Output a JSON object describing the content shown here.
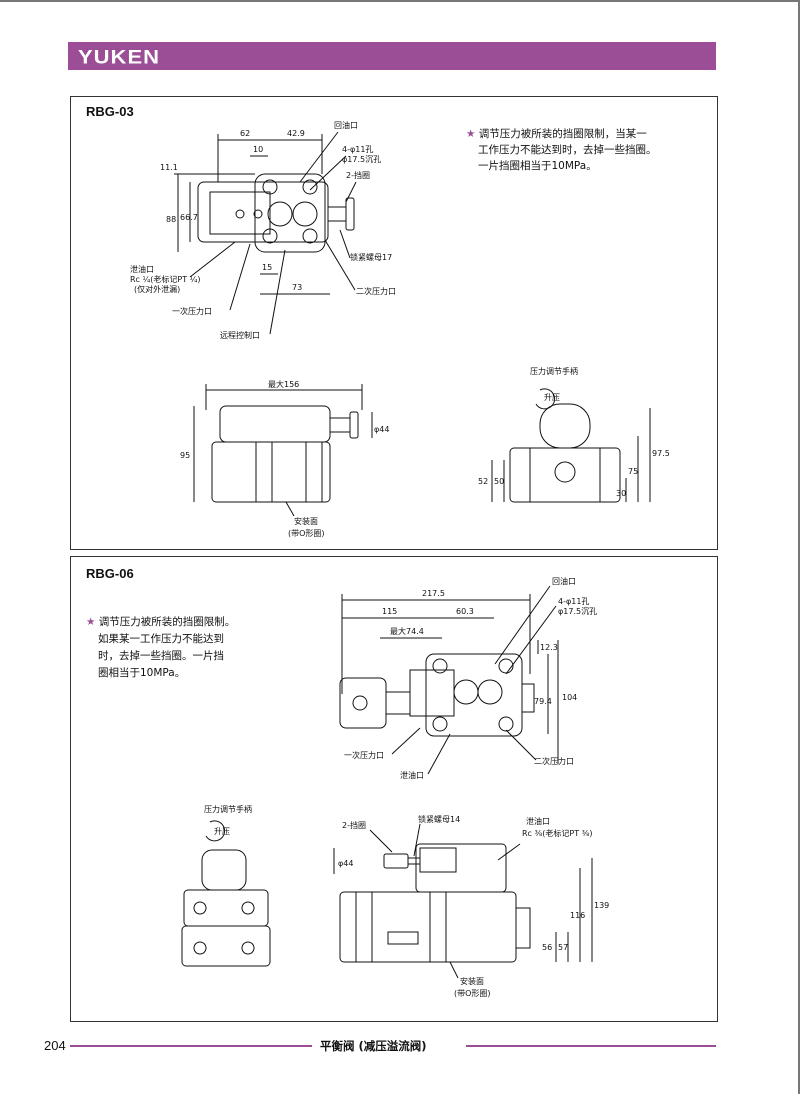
{
  "header": {
    "logo": "YUKEN",
    "bar_color": "#9b4d96"
  },
  "rbg03": {
    "title": "RBG-03",
    "note": [
      "调节压力被所装的挡圈限制，当某一",
      "工作压力不能达到时，去掉一些挡圈。",
      "一片挡圈相当于10MPa。"
    ],
    "top_view": {
      "dims": [
        "62",
        "42.9",
        "10",
        "11.1",
        "88",
        "66.7",
        "15",
        "73"
      ],
      "labels": [
        "回油口",
        "4-φ11孔",
        "φ17.5沉孔",
        "2-挡圈",
        "锁紧螺母17",
        "二次压力口",
        "泄油口",
        "Rc ¼(老标记PT ¼)",
        "(仅对外泄漏)",
        "一次压力口",
        "远程控制口"
      ]
    },
    "front_view": {
      "dims": [
        "最大156",
        "95",
        "φ44"
      ],
      "labels": [
        "安装面",
        "(带O形圈)"
      ]
    },
    "side_view": {
      "dims": [
        "52",
        "50",
        "30",
        "75",
        "97.5"
      ],
      "labels": [
        "压力调节手柄",
        "升压"
      ]
    }
  },
  "rbg06": {
    "title": "RBG-06",
    "note": [
      "调节压力被所装的挡圈限制。",
      "如果某一工作压力不能达到",
      "时，去掉一些挡圈。一片挡",
      "圈相当于10MPa。"
    ],
    "top_view": {
      "dims": [
        "217.5",
        "115",
        "60.3",
        "最大74.4",
        "12.3",
        "104",
        "79.4"
      ],
      "labels": [
        "回油口",
        "4-φ11孔",
        "φ17.5沉孔",
        "一次压力口",
        "泄油口",
        "二次压力口"
      ]
    },
    "side_view": {
      "labels": [
        "压力调节手柄",
        "升压"
      ]
    },
    "front_view": {
      "dims": [
        "φ44",
        "56",
        "57",
        "116",
        "139"
      ],
      "labels": [
        "2-挡圈",
        "锁紧螺母14",
        "泄油口",
        "Rc ⅜(老标记PT ⅜)",
        "安装面",
        "(带O形圈)"
      ]
    }
  },
  "footer": {
    "page_number": "204",
    "title": "平衡阀 (减压溢流阀)"
  }
}
